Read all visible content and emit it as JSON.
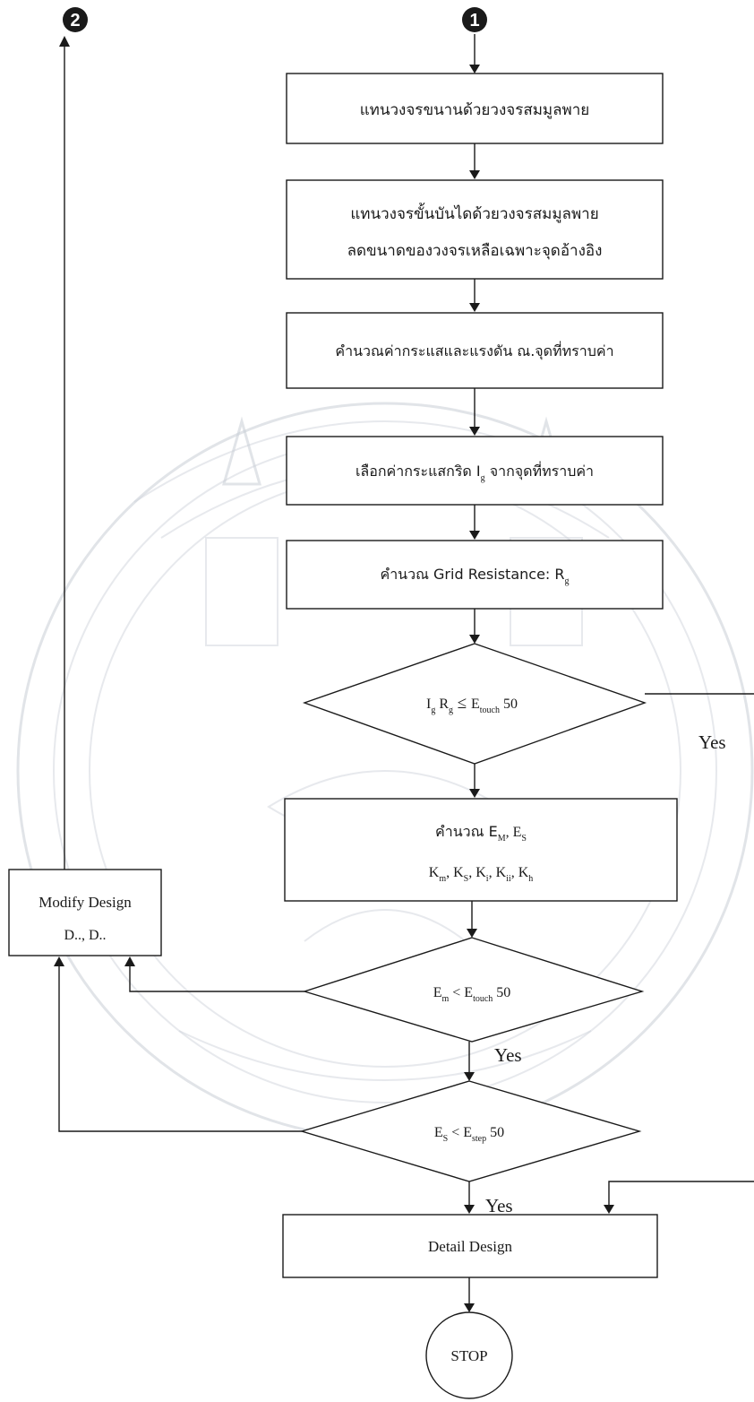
{
  "connectors": {
    "start_label": "1",
    "left_label": "2"
  },
  "boxes": {
    "b1": "แทนวงจรขนานด้วยวงจรสมมูลพาย",
    "b2_line1": "แทนวงจรขั้นบันไดด้วยวงจรสมมูลพาย",
    "b2_line2": "ลดขนาดของวงจรเหลือเฉพาะจุดอ้างอิง",
    "b3": "คำนวณค่ากระแสและแรงดัน ณ.จุดที่ทราบค่า",
    "b4_prefix": "เลือกค่ากระแสกริด I",
    "b4_sub": "g",
    "b4_suffix": " จากจุดที่ทราบค่า",
    "b5_prefix": "คำนวณ Grid Resistance: R",
    "b5_sub": "g",
    "b6_line1_prefix": "คำนวณ E",
    "b6_line1_sub1": "M",
    "b6_line1_mid": ", E",
    "b6_line1_sub2": "S",
    "b6_line2": {
      "k1": "K",
      "k1s": "m",
      "k2": ", K",
      "k2s": "S",
      "k3": ", K",
      "k3s": "i",
      "k4": ", K",
      "k4s": "ii",
      "k5": ", K",
      "k5s": "h"
    },
    "modify_line1": "Modify Design",
    "modify_line2": "D.., D..",
    "detail": "Detail Design",
    "stop": "STOP"
  },
  "decisions": {
    "d1": {
      "a": "I",
      "as": "g",
      "b": " R",
      "bs": "g",
      "op": " ≤ ",
      "c": "E",
      "cs": "touch",
      "d": " 50"
    },
    "d2": {
      "a": "E",
      "as": "m",
      "op": " < ",
      "c": "E",
      "cs": "touch",
      "d": " 50"
    },
    "d3": {
      "a": "E",
      "as": "S",
      "op": " < ",
      "c": "E",
      "cs": "step",
      "d": " 50"
    }
  },
  "edge_labels": {
    "d1_yes": "Yes",
    "d2_yes": "Yes",
    "d3_yes": "Yes"
  }
}
